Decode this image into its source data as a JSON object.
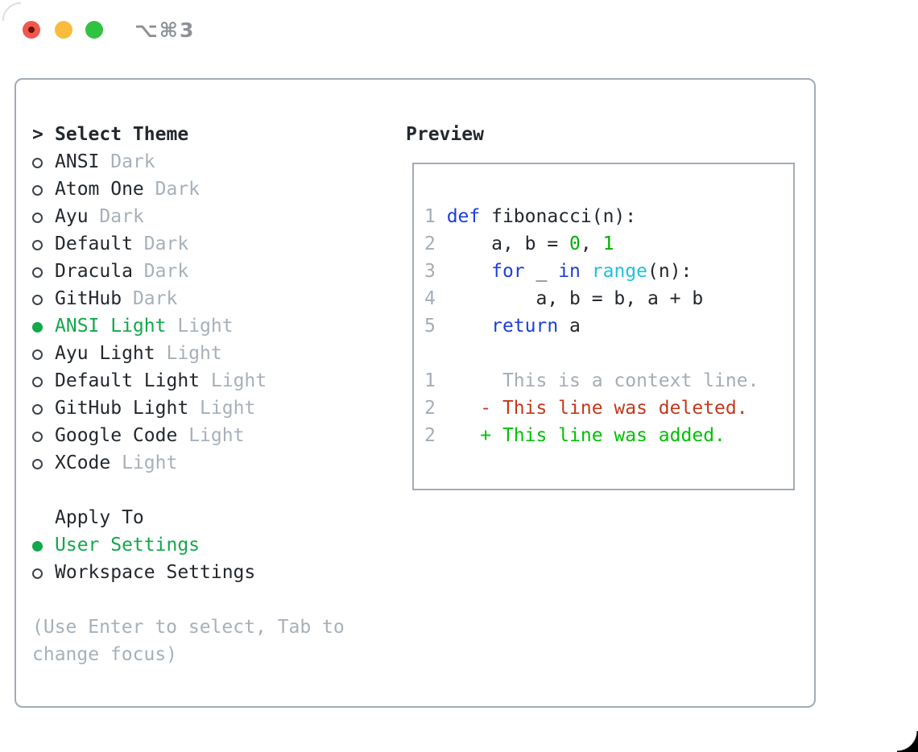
{
  "window": {
    "shortcut_label": "⌥⌘3",
    "traffic_lights": {
      "close": "#f2574d",
      "close_dot": "#6d0f05",
      "minimize": "#f8bc3c",
      "zoom": "#30c341"
    }
  },
  "colors": {
    "text": "#23282e",
    "muted": "#a7b0ba",
    "border": "#a3abb6",
    "line_number_gray": "#a4adb7",
    "selection_green": "#13a84b",
    "number_green": "#00ae00",
    "added_green": "#00c104",
    "deleted_red": "#c13a1d",
    "keyword_blue": "#1c3fd8",
    "builtin_cyan": "#1fc2d8"
  },
  "picker": {
    "cursor": ">",
    "title": "Select Theme",
    "themes": [
      {
        "name": "ANSI",
        "tag": "Dark",
        "selected": false
      },
      {
        "name": "Atom One",
        "tag": "Dark",
        "selected": false
      },
      {
        "name": "Ayu",
        "tag": "Dark",
        "selected": false
      },
      {
        "name": "Default",
        "tag": "Dark",
        "selected": false
      },
      {
        "name": "Dracula",
        "tag": "Dark",
        "selected": false
      },
      {
        "name": "GitHub",
        "tag": "Dark",
        "selected": false
      },
      {
        "name": "ANSI Light",
        "tag": "Light",
        "selected": true
      },
      {
        "name": "Ayu Light",
        "tag": "Light",
        "selected": false
      },
      {
        "name": "Default Light",
        "tag": "Light",
        "selected": false
      },
      {
        "name": "GitHub Light",
        "tag": "Light",
        "selected": false
      },
      {
        "name": "Google Code",
        "tag": "Light",
        "selected": false
      },
      {
        "name": "XCode",
        "tag": "Light",
        "selected": false
      }
    ],
    "apply_to": {
      "title": "Apply To",
      "options": [
        {
          "name": "User Settings",
          "selected": true
        },
        {
          "name": "Workspace Settings",
          "selected": false
        }
      ]
    },
    "help_lines": [
      "(Use Enter to select, Tab to",
      "change focus)"
    ]
  },
  "preview": {
    "title": "Preview",
    "lines": [
      {
        "num": "1",
        "segments": [
          {
            "t": "def",
            "c": "kw"
          },
          {
            "t": " fibonacci(n):",
            "c": "pl"
          }
        ]
      },
      {
        "num": "2",
        "segments": [
          {
            "t": "    a, b = ",
            "c": "pl"
          },
          {
            "t": "0",
            "c": "num"
          },
          {
            "t": ", ",
            "c": "pl"
          },
          {
            "t": "1",
            "c": "num"
          }
        ]
      },
      {
        "num": "3",
        "segments": [
          {
            "t": "    ",
            "c": "pl"
          },
          {
            "t": "for",
            "c": "kw"
          },
          {
            "t": " _ ",
            "c": "pl"
          },
          {
            "t": "in",
            "c": "kw"
          },
          {
            "t": " ",
            "c": "pl"
          },
          {
            "t": "range",
            "c": "cy"
          },
          {
            "t": "(n):",
            "c": "pl"
          }
        ]
      },
      {
        "num": "4",
        "segments": [
          {
            "t": "        a, b = b, a + b",
            "c": "pl"
          }
        ]
      },
      {
        "num": "5",
        "segments": [
          {
            "t": "    ",
            "c": "pl"
          },
          {
            "t": "return",
            "c": "kw"
          },
          {
            "t": " a",
            "c": "pl"
          }
        ]
      },
      {
        "num": "",
        "segments": []
      },
      {
        "num": "1",
        "segments": [
          {
            "t": "     This is a context line.",
            "c": "ctx"
          }
        ]
      },
      {
        "num": "2",
        "segments": [
          {
            "t": "   - This line was deleted.",
            "c": "del"
          }
        ]
      },
      {
        "num": "2",
        "segments": [
          {
            "t": "   + This line was added.",
            "c": "add"
          }
        ]
      }
    ]
  }
}
